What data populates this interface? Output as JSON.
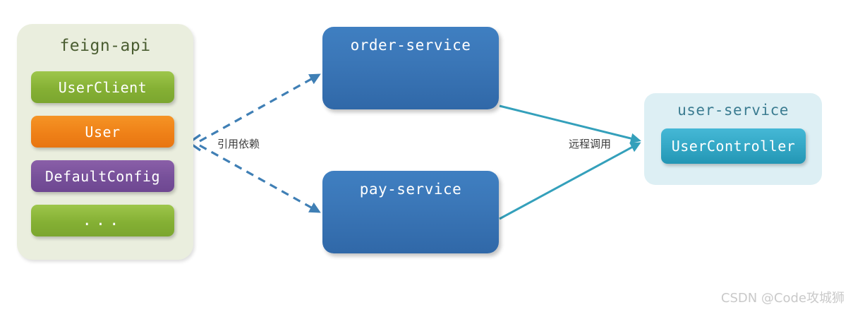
{
  "diagram": {
    "title": "feign-api shared module dependency and remote invocation diagram",
    "colors": {
      "background": "#ffffff",
      "feign_group_bg": "#eaeede",
      "feign_title_text": "#4a5d31",
      "green": "#85b034",
      "orange": "#ef8118",
      "purple": "#77509a",
      "service_blue": "#3b77b8",
      "user_group_bg": "#ddeff4",
      "user_title_text": "#3b7c91",
      "teal": "#34a8c6",
      "dashed_edge": "#3f7fb5",
      "solid_edge": "#34a0bb",
      "label_text": "#3b3b3b",
      "watermark_text": "#c9c9c9"
    }
  },
  "feign_group": {
    "title": "feign-api",
    "components": [
      {
        "label": "UserClient",
        "color_name": "green"
      },
      {
        "label": "User",
        "color_name": "orange"
      },
      {
        "label": "DefaultConfig",
        "color_name": "purple"
      },
      {
        "label": "...",
        "color_name": "green"
      }
    ]
  },
  "services": [
    {
      "label": "order-service"
    },
    {
      "label": "pay-service"
    }
  ],
  "user_group": {
    "title": "user-service",
    "component": {
      "label": "UserController"
    }
  },
  "edges": {
    "dependency_label": "引用依赖",
    "remote_call_label": "远程调用"
  },
  "watermark": {
    "text": "CSDN @Code攻城狮"
  }
}
